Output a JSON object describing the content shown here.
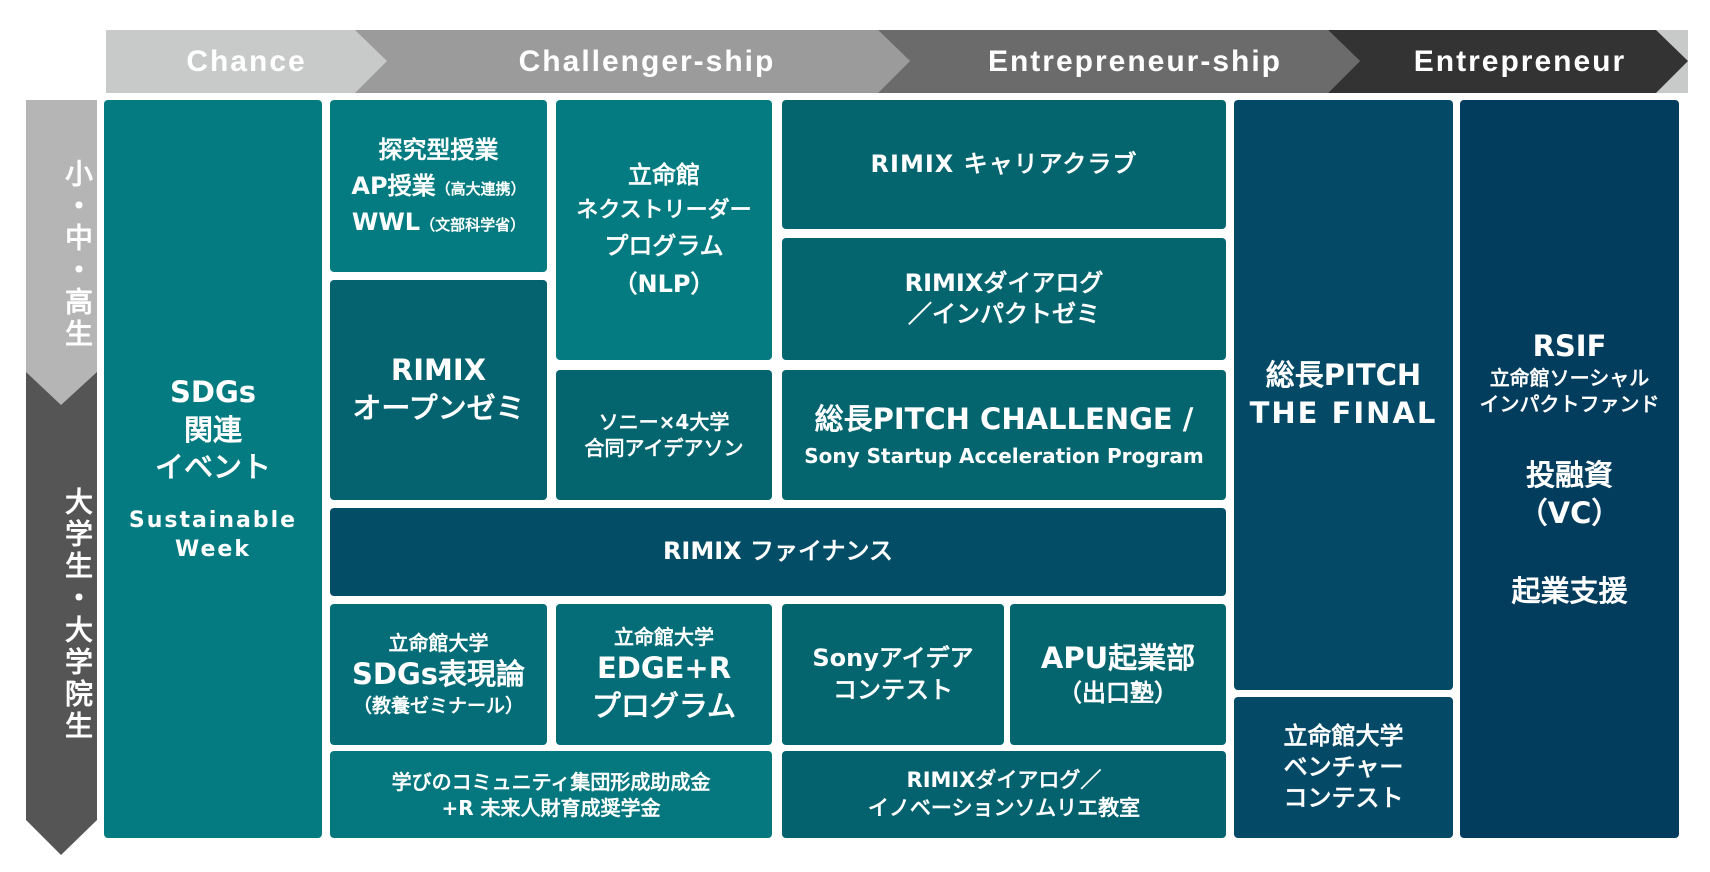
{
  "phases": [
    "Chance",
    "Challenger-ship",
    "Entrepreneur-ship",
    "Entrepreneur"
  ],
  "side": {
    "top": "小・中・高生",
    "bottom": "大学生・大学院生"
  },
  "boxes": {
    "sdgs": {
      "l1": "SDGs",
      "l2": "関連",
      "l3": "イベント",
      "s1": "Sustainable",
      "s2": "Week"
    },
    "tankyu": {
      "l1": "探究型授業",
      "l2a": "AP授業",
      "l2b": "（高大連携）",
      "l3a": "WWL",
      "l3b": "（文部科学省）"
    },
    "nlp": {
      "l1": "立命館",
      "l2": "ネクストリーダー",
      "l3": "プログラム",
      "l4": "（NLP）"
    },
    "career": {
      "l1": "RIMIX キャリアクラブ"
    },
    "dialog_impact": {
      "l1": "RIMIXダイアログ",
      "l2": "／インパクトゼミ"
    },
    "open_zemi": {
      "l1": "RIMIX",
      "l2": "オープンゼミ"
    },
    "sony4": {
      "l1": "ソニー×4大学",
      "l2": "合同アイデアソン"
    },
    "pitch_challenge": {
      "l1": "総長PITCH CHALLENGE /",
      "l2": "Sony Startup Acceleration Program"
    },
    "finance": {
      "l1": "RIMIX ファイナンス"
    },
    "sdgs_ron": {
      "l1": "立命館大学",
      "l2": "SDGs表現論",
      "l3": "（教養ゼミナール）"
    },
    "edge": {
      "l1": "立命館大学",
      "l2": "EDGE+R",
      "l3": "プログラム"
    },
    "sony_idea": {
      "l1": "Sonyアイデア",
      "l2": "コンテスト"
    },
    "apu": {
      "l1": "APU起業部",
      "l2": "（出口塾）"
    },
    "manabi": {
      "l1": "学びのコミュニティ集団形成助成金",
      "l2": "+R 未来人財育成奨学金"
    },
    "dialog_innov": {
      "l1": "RIMIXダイアログ／",
      "l2": "イノベーションソムリエ教室"
    },
    "pitch_final": {
      "l1": "総長PITCH",
      "l2": "THE FINAL"
    },
    "venture": {
      "l1": "立命館大学",
      "l2": "ベンチャー",
      "l3": "コンテスト"
    },
    "rsif": {
      "l1": "RSIF",
      "l2": "立命館ソーシャル",
      "l3": "インパクトファンド",
      "l4": "投融資",
      "l5": "（VC）",
      "l6": "起業支援"
    }
  }
}
